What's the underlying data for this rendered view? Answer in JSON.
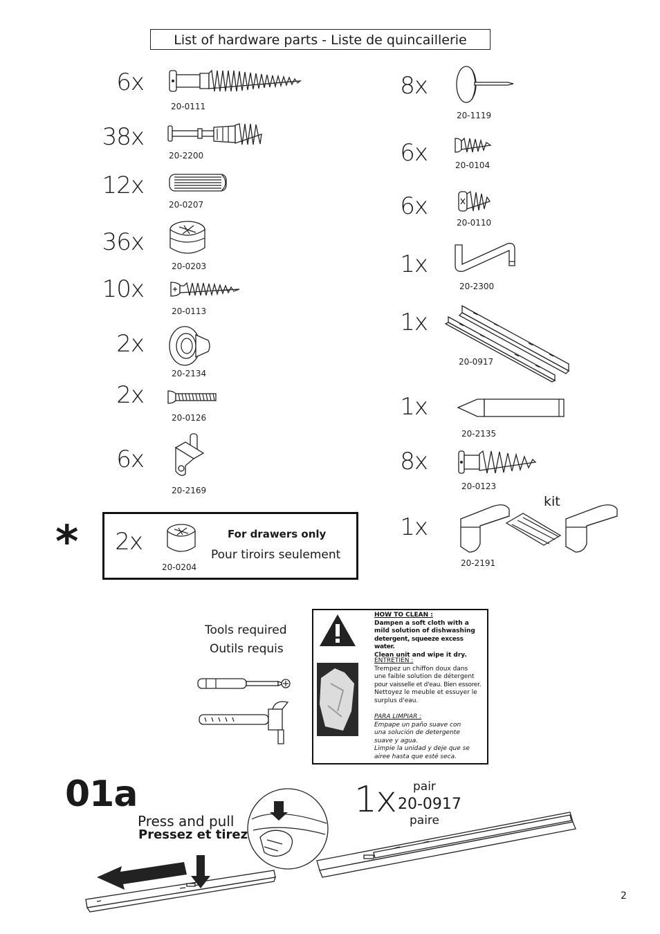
{
  "header": {
    "title": "List of hardware parts  -  Liste de quincaillerie"
  },
  "parts_left": [
    {
      "qty": "6x",
      "code": "20-0111"
    },
    {
      "qty": "38x",
      "code": "20-2200"
    },
    {
      "qty": "12x",
      "code": "20-0207"
    },
    {
      "qty": "36x",
      "code": "20-0203"
    },
    {
      "qty": "10x",
      "code": "20-0113"
    },
    {
      "qty": "2x",
      "code": "20-2134"
    },
    {
      "qty": "2x",
      "code": "20-0126"
    },
    {
      "qty": "6x",
      "code": "20-2169"
    }
  ],
  "parts_right": [
    {
      "qty": "8x",
      "code": "20-1119"
    },
    {
      "qty": "6x",
      "code": "20-0104"
    },
    {
      "qty": "6x",
      "code": "20-0110"
    },
    {
      "qty": "1x",
      "code": "20-2300"
    },
    {
      "qty": "1x",
      "code": "20-0917"
    },
    {
      "qty": "1x",
      "code": "20-2135"
    },
    {
      "qty": "8x",
      "code": "20-0123"
    },
    {
      "qty": "1x",
      "code": "20-2191",
      "note": "kit"
    }
  ],
  "drawer_part": {
    "asterisk": "*",
    "qty": "2x",
    "code": "20-0204",
    "label_en": "For drawers only",
    "label_fr": "Pour tiroirs seulement"
  },
  "tools": {
    "en": "Tools required",
    "fr": "Outils requis"
  },
  "cleaning": {
    "en_title": "HOW TO CLEAN :",
    "en_lines": [
      "Dampen a soft cloth with a",
      "mild solution of dishwashing",
      "detergent, squeeze excess water.",
      "Clean unit and wipe it dry."
    ],
    "fr_title": "ENTRETIEN :",
    "fr_lines": [
      "Trempez un chiffon doux dans",
      "une faible solution de détergent",
      "pour vaisselle et d'eau.  Bien essorer.",
      "Nettoyez le meuble et essuyer le",
      "surplus d'eau."
    ],
    "es_title": "PARA LIMPIAR :",
    "es_lines": [
      "Empape un paño suave con",
      "una solución de detergente",
      "suave y agua.",
      "Limpie la unidad y deje que se",
      "airee hasta que esté seca."
    ]
  },
  "step": {
    "number": "01a",
    "instr_en": "Press and pull",
    "instr_fr": "Pressez et tirez",
    "qty": "1x",
    "pair_en": "pair",
    "code": "20-0917",
    "pair_fr": "paire"
  },
  "page_number": "2"
}
